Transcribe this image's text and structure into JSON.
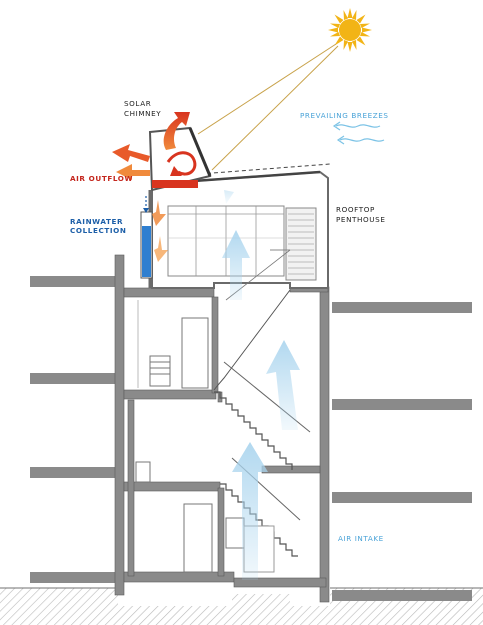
{
  "labels": {
    "solar_chimney_1": "SOLAR",
    "solar_chimney_2": "CHIMNEY",
    "air_outflow": "AIR OUTFLOW",
    "rainwater_1": "RAINWATER",
    "rainwater_2": "COLLECTION",
    "prevailing_breezes": "PREVAILING BREEZES",
    "rooftop_1": "ROOFTOP",
    "rooftop_2": "PENTHOUSE",
    "air_intake": "AIR INTAKE"
  },
  "colors": {
    "sun": "#f2b416",
    "sun_ray": "#c8a24a",
    "hot_air": "#d8341f",
    "warm_air": "#f08a3c",
    "cool_air": "#a9d4ee",
    "breeze": "#7cc3e6",
    "structure": "#707070",
    "water": "#2f7fd0",
    "ground": "#8a8a8a"
  }
}
